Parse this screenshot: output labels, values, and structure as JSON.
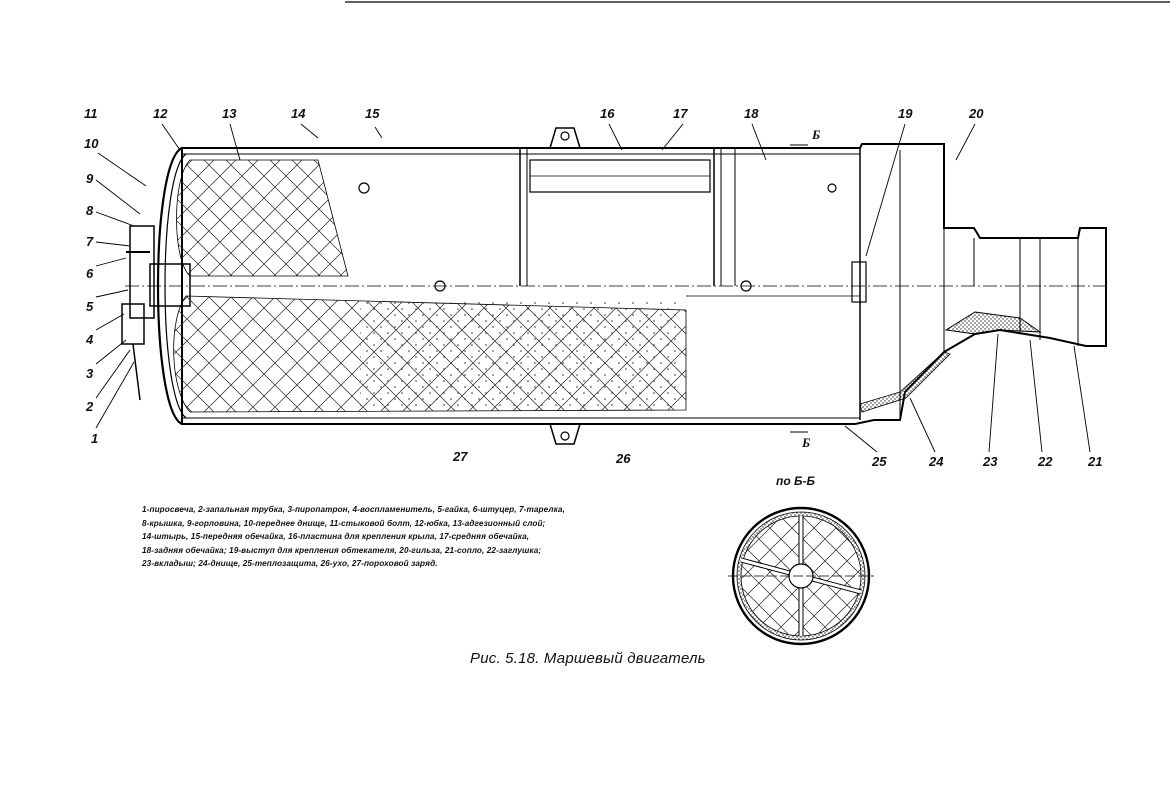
{
  "figure": {
    "caption": "Рис. 5.18. Маршевый двигатель",
    "section_label": "по Б-Б",
    "section_mark": "Б",
    "callouts": [
      "1",
      "2",
      "3",
      "4",
      "5",
      "6",
      "7",
      "8",
      "9",
      "10",
      "11",
      "12",
      "13",
      "14",
      "15",
      "16",
      "17",
      "18",
      "19",
      "20",
      "21",
      "22",
      "23",
      "24",
      "25",
      "26",
      "27"
    ],
    "legend_lines": [
      "1-пиросвеча, 2-запальная трубка, 3-пиропатрон, 4-воспламенитель, 5-гайка, 6-штуцер, 7-тарелка,",
      "8-крышка, 9-горловина, 10-переднее днище, 11-стыковой болт, 12-юбка, 13-адгезионный слой;",
      "14-штырь, 15-передняя обечайка, 16-пластина для крепления крыла, 17-средняя обечайка,",
      "18-задняя обечайка; 19-выступ для крепления обтекателя, 20-гильза, 21-сопло, 22-заглушка;",
      "23-вкладыш; 24-днище, 25-теплозащита, 26-ухо, 27-пороховой заряд."
    ]
  }
}
